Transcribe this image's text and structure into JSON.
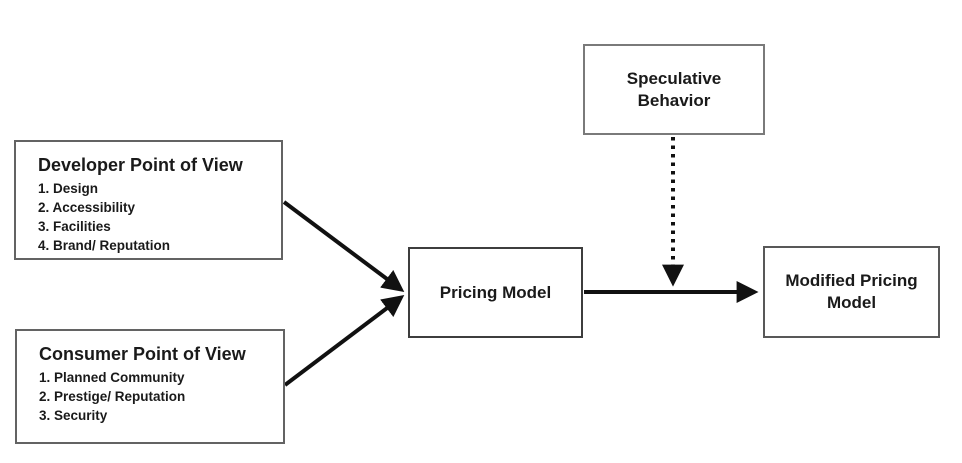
{
  "colors": {
    "background": "#ffffff",
    "box_border": "#636363",
    "pricing_border": "#3d3d3d",
    "text": "#1a1a1a",
    "arrow": "#111111"
  },
  "nodes": {
    "developer": {
      "title": "Developer Point of View",
      "items": [
        "1. Design",
        "2. Accessibility",
        "3. Facilities",
        "4. Brand/ Reputation"
      ]
    },
    "consumer": {
      "title": "Consumer Point of View",
      "items": [
        "1. Planned Community",
        "2. Prestige/ Reputation",
        "3. Security"
      ]
    },
    "pricing": {
      "label": "Pricing Model"
    },
    "speculative": {
      "label": "Speculative Behavior"
    },
    "modified": {
      "label": "Modified Pricing Model"
    }
  },
  "edges": [
    {
      "from": "developer",
      "to": "pricing",
      "style": "solid-arrow"
    },
    {
      "from": "consumer",
      "to": "pricing",
      "style": "solid-arrow"
    },
    {
      "from": "pricing",
      "to": "modified",
      "style": "solid-arrow"
    },
    {
      "from": "speculative",
      "to": "pricing-modified-edge",
      "style": "dotted-arrow"
    }
  ]
}
